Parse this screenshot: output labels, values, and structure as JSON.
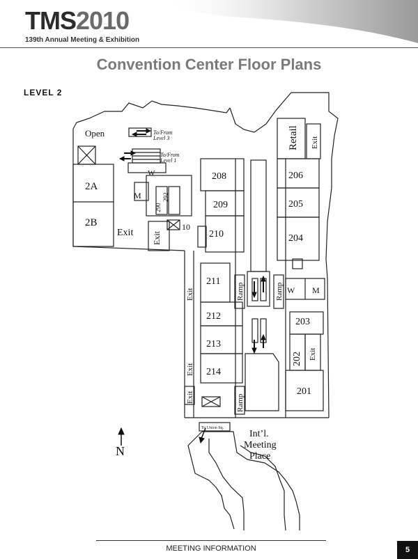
{
  "header": {
    "logo_main": "TMS",
    "logo_year": "2010",
    "tagline": "139th Annual Meeting & Exhibition"
  },
  "title": "Convention Center Floor Plans",
  "level_label": "LEVEL 2",
  "map": {
    "rooms": {
      "r201": "201",
      "r202": "202",
      "r203": "203",
      "r204": "204",
      "r205": "205",
      "r206": "206",
      "r208": "208",
      "r209": "209",
      "r210": "210",
      "r211": "211",
      "r212": "212",
      "r213": "213",
      "r214": "214",
      "r2A": "2A",
      "r2B": "2B",
      "r290": "290",
      "r292": "292",
      "r10": "10"
    },
    "labels": {
      "open": "Open",
      "exit": "Exit",
      "retail": "Retail",
      "ramp": "Ramp",
      "w": "W",
      "m": "M",
      "to_level3_a": "To/From",
      "to_level3_b": "Level 3",
      "to_level1_a": "To/From",
      "to_level1_b": "Level 1",
      "intl_1": "Int’l.",
      "intl_2": "Meeting",
      "intl_3": "Place",
      "union_sq": "To Union Sq.",
      "north": "N"
    }
  },
  "footer": {
    "section": "MEETING INFORMATION",
    "page_number": "5"
  }
}
